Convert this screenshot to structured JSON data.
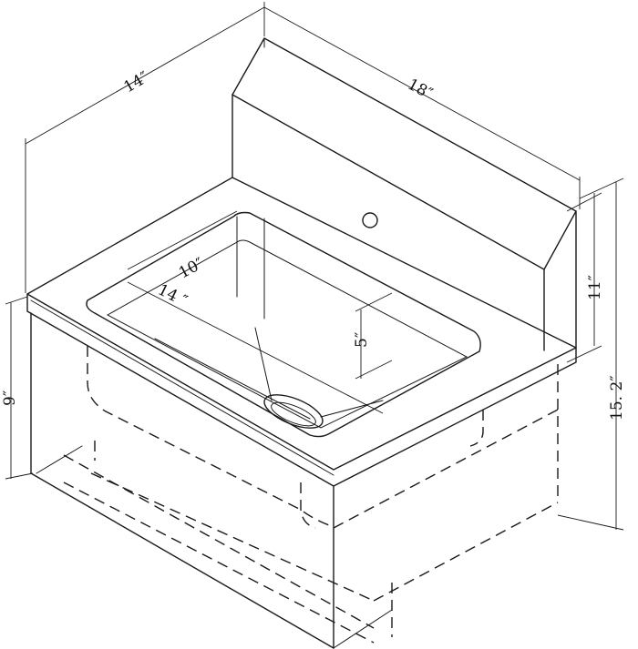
{
  "dimensions": {
    "width_top": "14″",
    "length_top": "18″",
    "bowl_width": "10″",
    "bowl_length": "14 ″",
    "bowl_depth": "5″",
    "backsplash_height": "11″",
    "body_height": "9″",
    "overall_height": "15. 2″"
  },
  "colors": {
    "line": "#1a1a1a",
    "background": "#ffffff"
  }
}
